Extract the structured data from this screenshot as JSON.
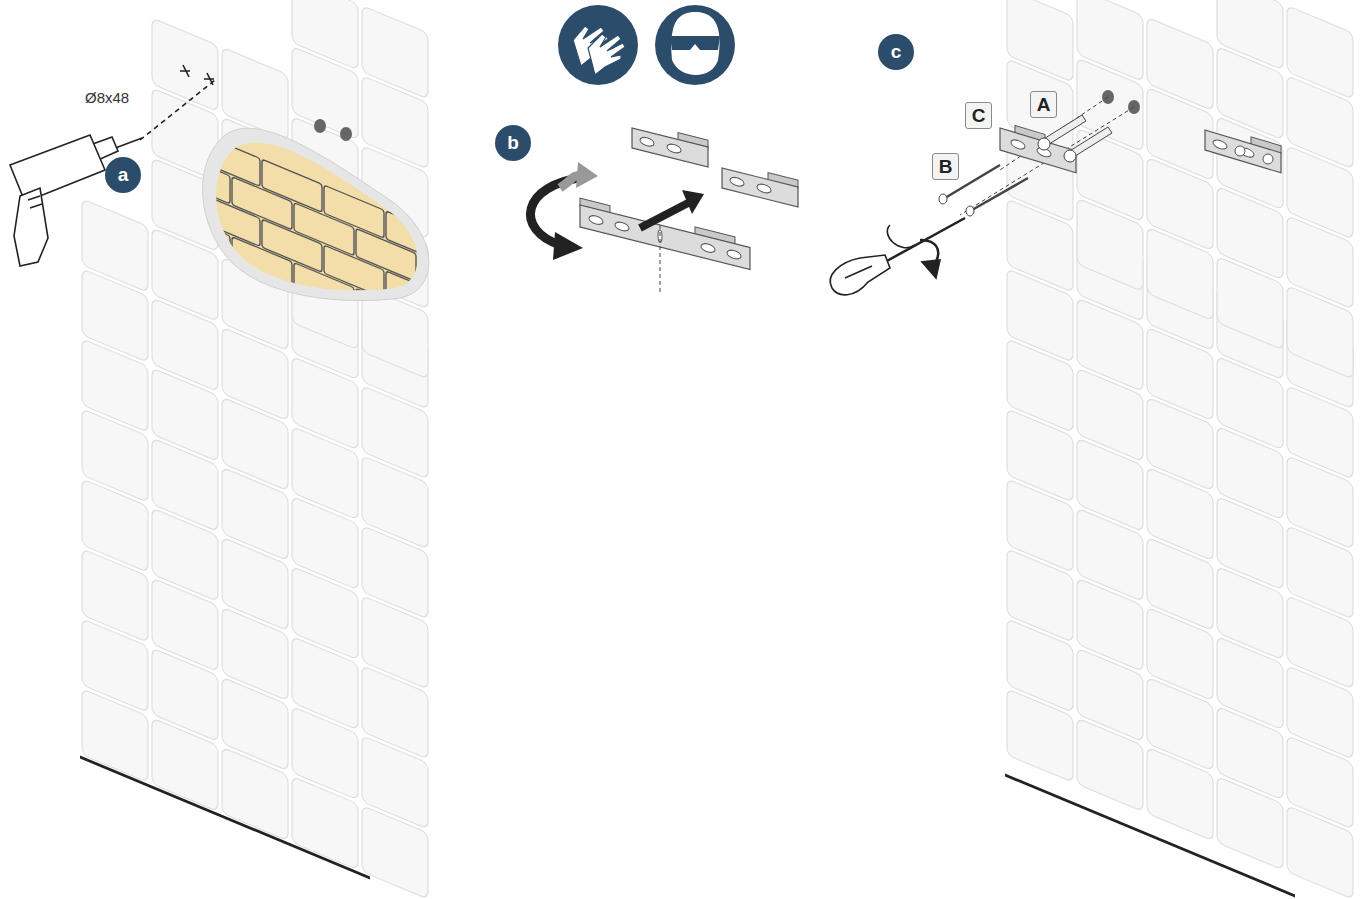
{
  "diagram": {
    "nodes": [
      {
        "text": [
          "a"
        ]
      },
      {
        "text": [
          "b"
        ]
      },
      {
        "text": [
          "c"
        ]
      },
      {
        "text": [
          "A"
        ]
      },
      {
        "text": [
          "B"
        ]
      },
      {
        "text": [
          "C"
        ]
      }
    ],
    "labels": [
      "Ø8x48"
    ]
  }
}
